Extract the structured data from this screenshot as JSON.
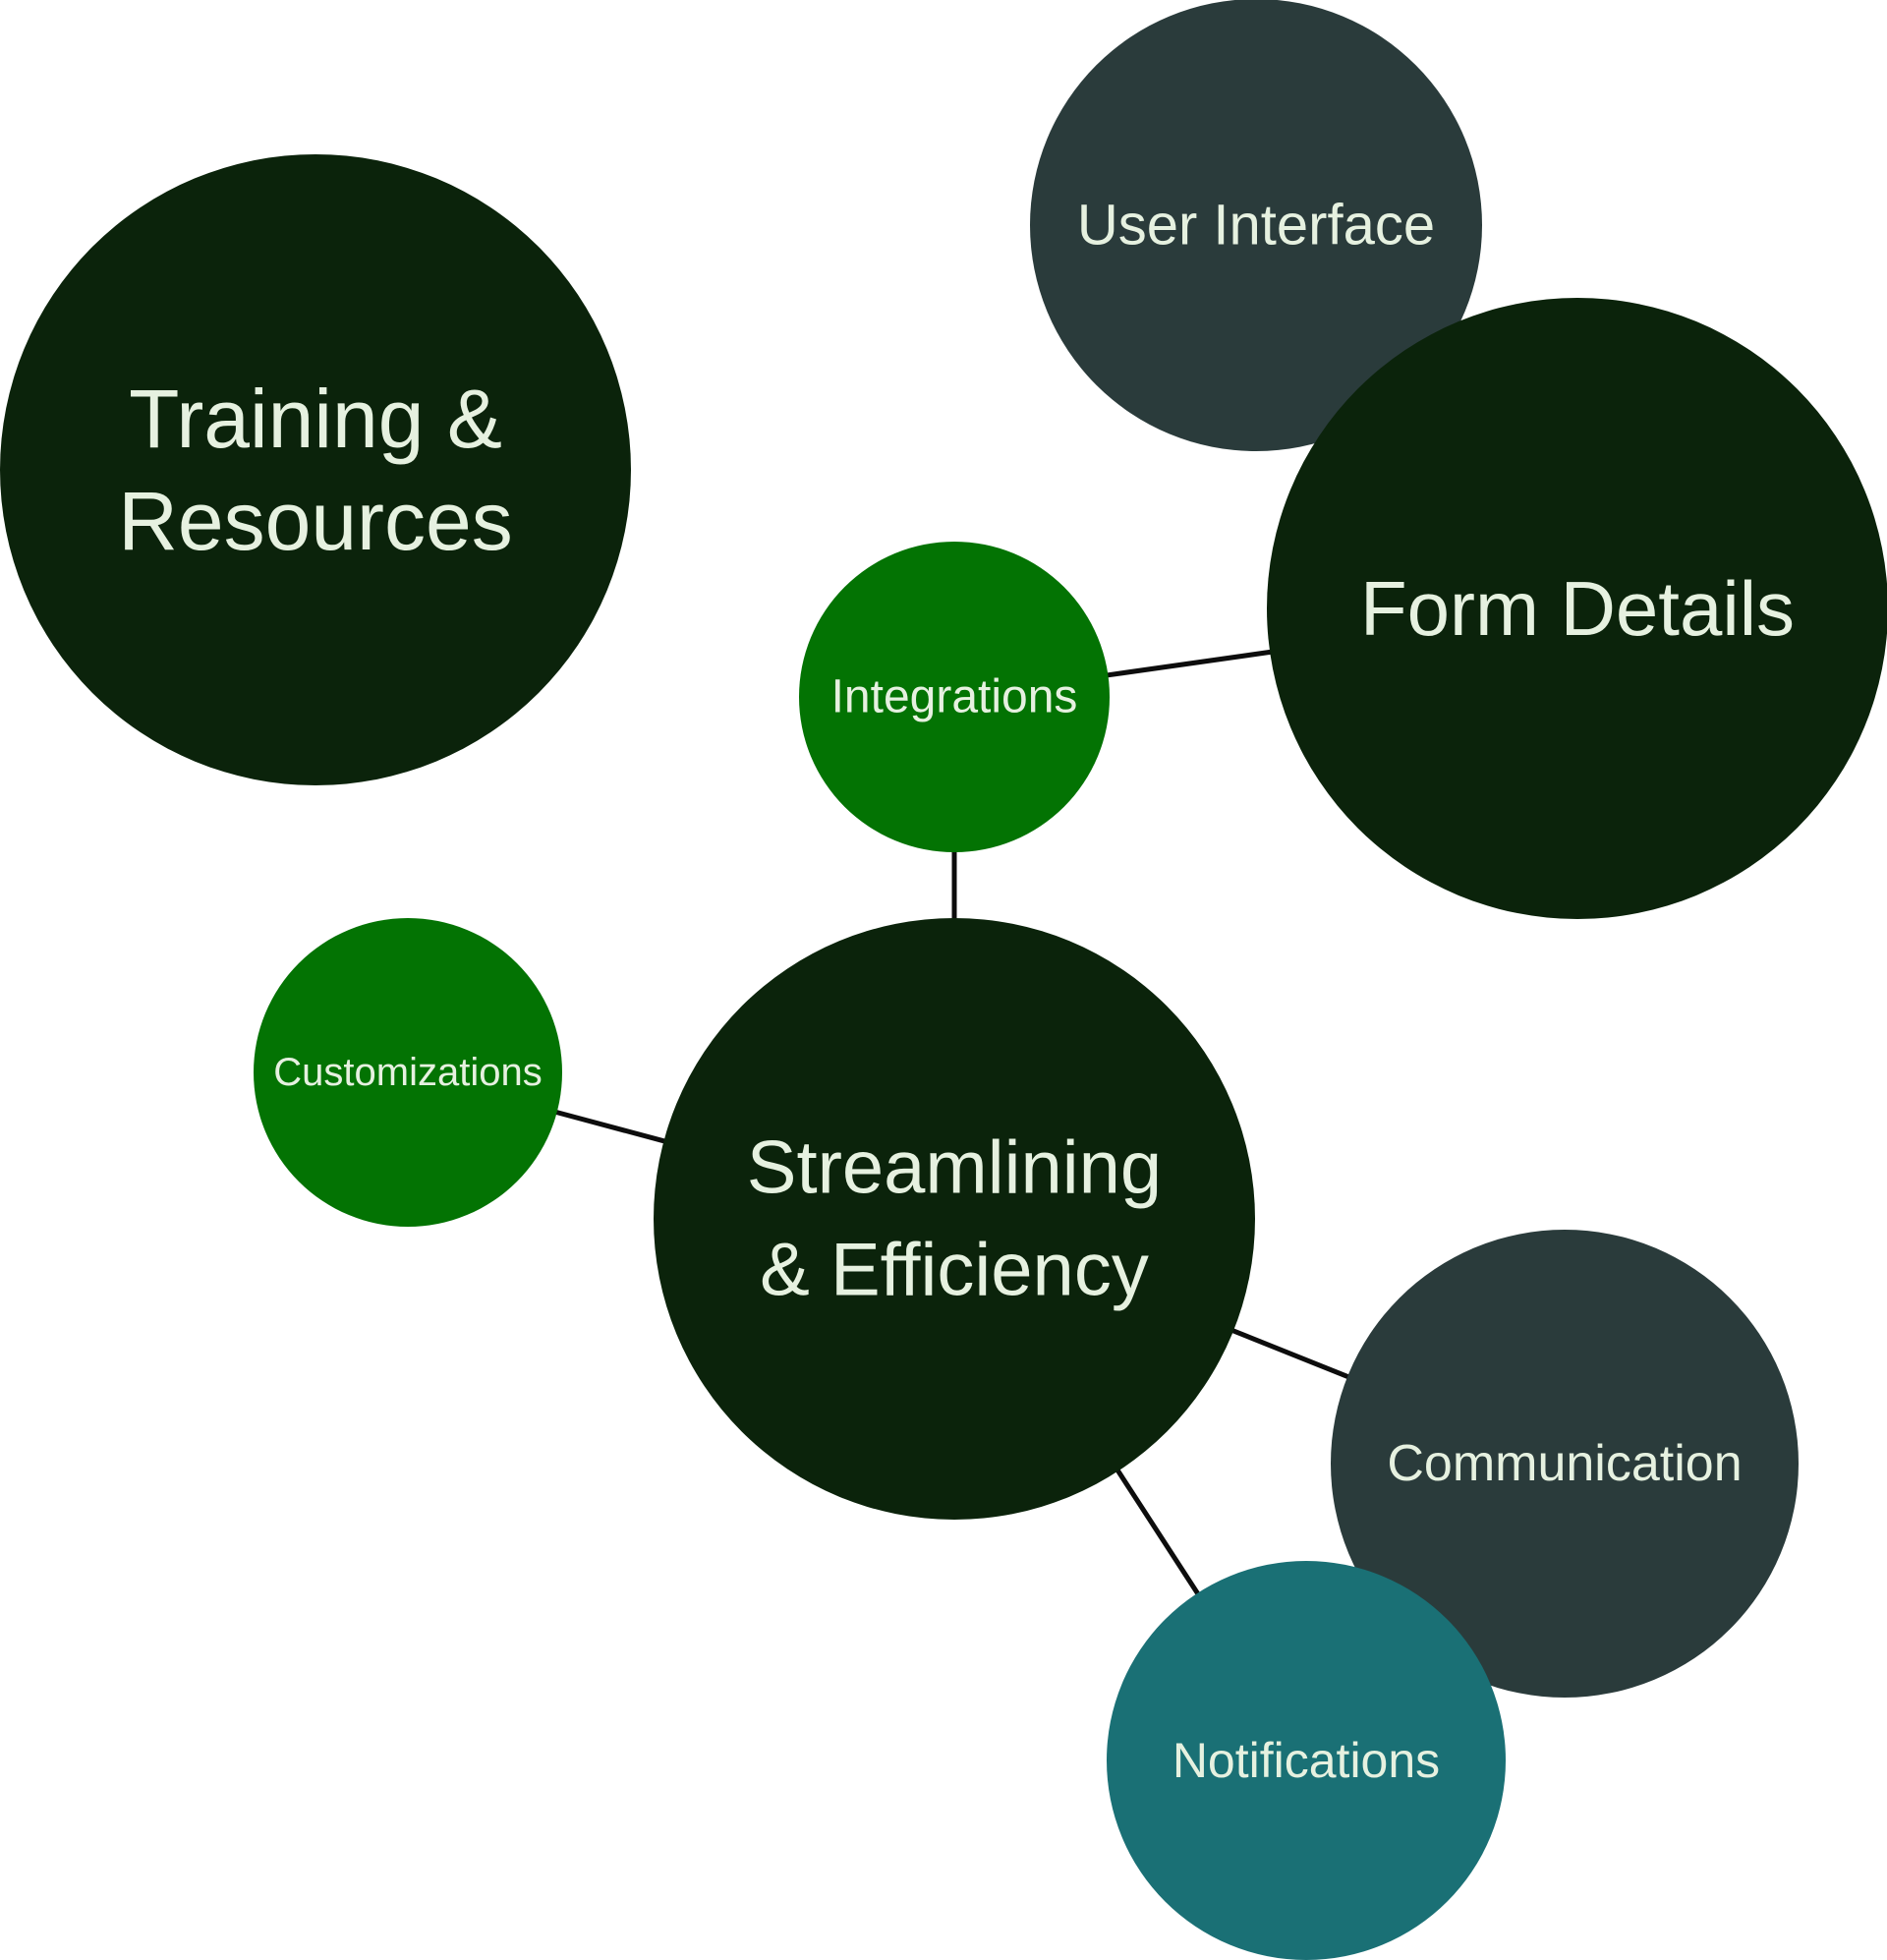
{
  "colors": {
    "background": "#ffffff",
    "connector": "#0d0d0d",
    "label": "#e6f1e0",
    "dark_green": "#0b230b",
    "slate": "#2a3b3b",
    "green": "#037303",
    "teal": "#1a7075"
  },
  "nodes": [
    {
      "id": "training",
      "label_lines": [
        "Training &",
        "Resources"
      ],
      "color": "dark_green"
    },
    {
      "id": "user-interface",
      "label_lines": [
        "User Interface"
      ],
      "color": "slate"
    },
    {
      "id": "form-details",
      "label_lines": [
        "Form Details"
      ],
      "color": "dark_green"
    },
    {
      "id": "integrations",
      "label_lines": [
        "Integrations"
      ],
      "color": "green"
    },
    {
      "id": "customizations",
      "label_lines": [
        "Customizations"
      ],
      "color": "green"
    },
    {
      "id": "streamlining",
      "label_lines": [
        "Streamlining",
        "& Efficiency"
      ],
      "color": "dark_green"
    },
    {
      "id": "communication",
      "label_lines": [
        "Communication"
      ],
      "color": "slate"
    },
    {
      "id": "notifications",
      "label_lines": [
        "Notifications"
      ],
      "color": "teal"
    }
  ],
  "edges": [
    {
      "from": "integrations",
      "to": "form-details"
    },
    {
      "from": "integrations",
      "to": "streamlining"
    },
    {
      "from": "customizations",
      "to": "streamlining"
    },
    {
      "from": "streamlining",
      "to": "communication"
    },
    {
      "from": "streamlining",
      "to": "notifications"
    }
  ]
}
